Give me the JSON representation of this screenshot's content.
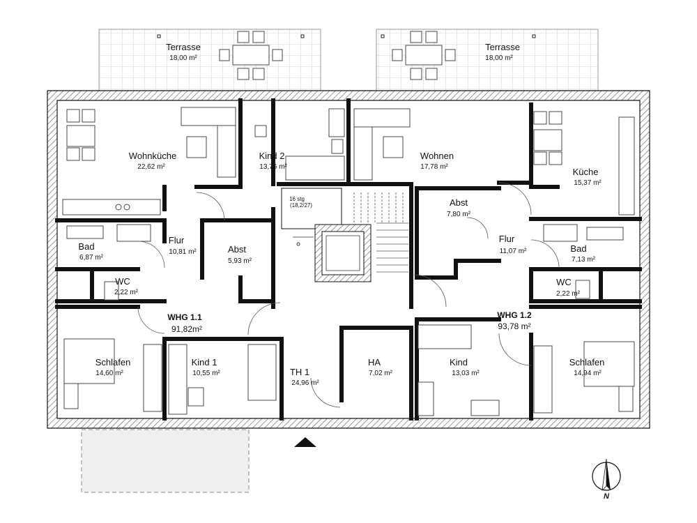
{
  "terraces": [
    {
      "name": "Terrasse",
      "area": "18,00 m²"
    },
    {
      "name": "Terrasse",
      "area": "18,00 m²"
    }
  ],
  "units": [
    {
      "name": "WHG 1.1",
      "area": "91,82m²"
    },
    {
      "name": "WHG 1.2",
      "area": "93,78 m²"
    }
  ],
  "rooms": {
    "wohnkueche": {
      "name": "Wohnküche",
      "area": "22,62 m²"
    },
    "kind2": {
      "name": "Kind 2",
      "area": "13,76 m²"
    },
    "wohnen": {
      "name": "Wohnen",
      "area": "17,78 m²"
    },
    "kueche": {
      "name": "Küche",
      "area": "15,37 m²"
    },
    "bad_left": {
      "name": "Bad",
      "area": "6,87 m²"
    },
    "flur_left": {
      "name": "Flur",
      "area": "10,81 m²"
    },
    "abst_left": {
      "name": "Abst",
      "area": "5,93 m²"
    },
    "wc_left": {
      "name": "WC",
      "area": "2,22 m²"
    },
    "abst_right": {
      "name": "Abst",
      "area": "7,80 m²"
    },
    "flur_right": {
      "name": "Flur",
      "area": "11,07 m²"
    },
    "bad_right": {
      "name": "Bad",
      "area": "7,13 m²"
    },
    "wc_right": {
      "name": "WC",
      "area": "2,22 m²"
    },
    "schlafen_left": {
      "name": "Schlafen",
      "area": "14,60 m²"
    },
    "kind1": {
      "name": "Kind 1",
      "area": "10,55 m²"
    },
    "th1": {
      "name": "TH 1",
      "area": "24,96 m²"
    },
    "ha": {
      "name": "HA",
      "area": "7,02 m²"
    },
    "kind": {
      "name": "Kind",
      "area": "13,03 m²"
    },
    "schlafen_right": {
      "name": "Schlafen",
      "area": "14,94 m²"
    }
  },
  "stair": {
    "line1": "16 stg",
    "line2": "(18,2/27)"
  },
  "north": {
    "label": "N"
  },
  "colors": {
    "wall": "#111111",
    "grid": "#c8c8c8",
    "hatch": "#555555",
    "dashed": "#8a8a8a"
  }
}
